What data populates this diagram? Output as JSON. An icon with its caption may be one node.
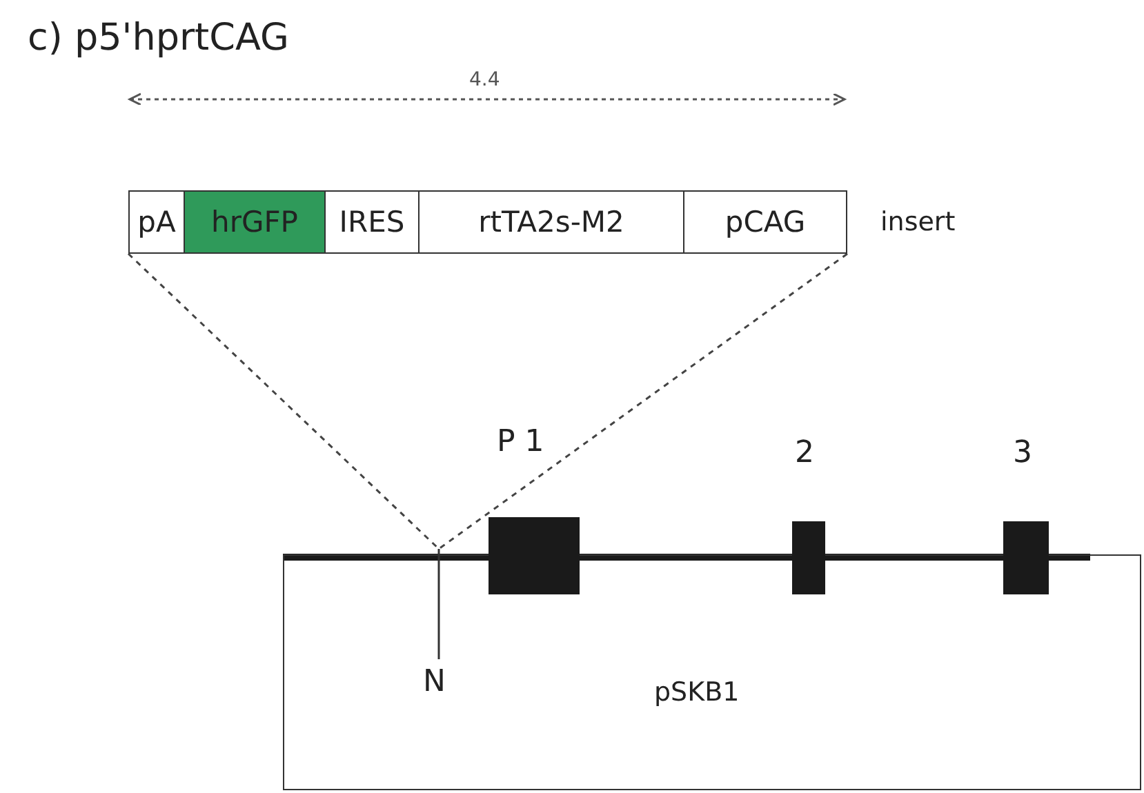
{
  "diagram": {
    "title": "c) p5'hprtCAG",
    "nodes": [
      {
        "text": [
          "pA"
        ]
      },
      {
        "text": [
          "hrGFP"
        ]
      },
      {
        "text": [
          "IRES"
        ]
      },
      {
        "text": [
          "rtTA2s-M2"
        ]
      },
      {
        "text": [
          "pCAG"
        ]
      },
      {
        "text": [
          "pSKB1"
        ]
      },
      {
        "text": [],
        "shape": "box",
        "beside": [
          "P 1"
        ]
      },
      {
        "text": [],
        "shape": "box",
        "beside": [
          "2"
        ]
      },
      {
        "text": [],
        "shape": "box",
        "beside": [
          "3"
        ]
      },
      {
        "text": [
          "N"
        ],
        "in": 5
      }
    ],
    "edges": [
      {
        "from": 0,
        "to": 9,
        "arrow": "none",
        "style": "dashed"
      },
      {
        "from": 4,
        "to": 9,
        "arrow": "none",
        "style": "dashed"
      }
    ],
    "labels": [
      "4.4",
      "insert"
    ]
  }
}
